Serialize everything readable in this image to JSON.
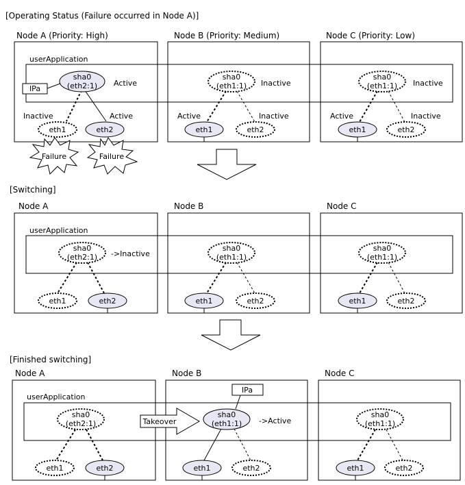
{
  "colors": {
    "stroke": "#000000",
    "nic_fill": "#e8e8f4",
    "background": "#ffffff"
  },
  "sections": [
    {
      "title": "[Operating Status (Failure occurred in Node A)]",
      "nodes": [
        {
          "name": "Node A (Priority: High)",
          "sha": "sha0",
          "sha_sub": "(eth2:1)",
          "sha_state": "Active",
          "eth1": "eth1",
          "eth2": "eth2",
          "left_state": "Inactive",
          "right_state": "Active",
          "ipa": "IPa"
        },
        {
          "name": "Node B (Priority: Medium)",
          "sha": "sha0",
          "sha_sub": "(eth1:1)",
          "sha_state": "Inactive",
          "eth1": "eth1",
          "eth2": "eth2",
          "left_state": "Active",
          "right_state": "Inactive"
        },
        {
          "name": "Node C (Priority: Low)",
          "sha": "sha0",
          "sha_sub": "(eth1:1)",
          "sha_state": "Inactive",
          "eth1": "eth1",
          "eth2": "eth2",
          "left_state": "Active",
          "right_state": "Inactive"
        }
      ],
      "app_label": "userApplication",
      "failures": [
        "Failure",
        "Failure"
      ]
    },
    {
      "title": "[Switching]",
      "nodes": [
        {
          "name": "Node A",
          "sha": "sha0",
          "sha_sub": "(eth2:1)",
          "sha_state": "->Inactive",
          "eth1": "eth1",
          "eth2": "eth2"
        },
        {
          "name": "Node B",
          "sha": "sha0",
          "sha_sub": "(eth1:1)",
          "eth1": "eth1",
          "eth2": "eth2"
        },
        {
          "name": "Node C",
          "sha": "sha0",
          "sha_sub": "(eth1:1)",
          "eth1": "eth1",
          "eth2": "eth2"
        }
      ],
      "app_label": "userApplication"
    },
    {
      "title": "[Finished switching]",
      "nodes": [
        {
          "name": "Node A",
          "sha": "sha0",
          "sha_sub": "(eth2:1)",
          "eth1": "eth1",
          "eth2": "eth2"
        },
        {
          "name": "Node B",
          "sha": "sha0",
          "sha_sub": "(eth1:1)",
          "sha_state": "->Active",
          "eth1": "eth1",
          "eth2": "eth2",
          "ipa": "IPa"
        },
        {
          "name": "Node C",
          "sha": "sha0",
          "sha_sub": "(eth1:1)",
          "eth1": "eth1",
          "eth2": "eth2"
        }
      ],
      "app_label": "userApplication",
      "takeover": "Takeover"
    }
  ]
}
